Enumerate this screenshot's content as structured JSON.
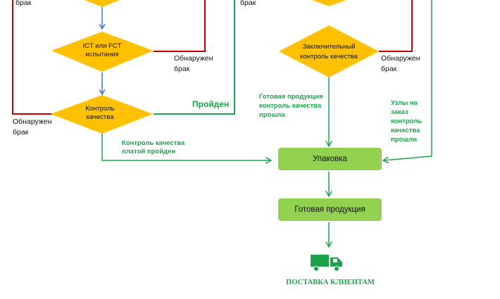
{
  "diamonds": {
    "ict_fct": {
      "line1": "ICT или FCT",
      "line2": "испытания"
    },
    "quality_control": {
      "line1": "Контроль",
      "line2": "качества"
    },
    "final_control": {
      "line1": "Заключительный",
      "line2": "контроль   качества"
    }
  },
  "defect_labels": {
    "top_left": {
      "line1": "брак"
    },
    "top_right": {
      "line1": "брак"
    },
    "ict": {
      "line1": "Обнаружен",
      "line2": "брак"
    },
    "qc": {
      "line1": "Обнаружен",
      "line2": "брак"
    },
    "final": {
      "line1": "Обнаружен",
      "line2": "брак"
    }
  },
  "green_labels": {
    "passed": "Пройден",
    "board_qc": {
      "line1": "Контроль качества",
      "line2": "платой пройден"
    },
    "finished_qc": {
      "line1": "Готовая продукция",
      "line2": "контроль качества",
      "line3": "прошла"
    },
    "custom_nodes": {
      "line1": "Узлы на",
      "line2": "заказ",
      "line3": "контроль",
      "line4": "качества",
      "line5": "прошли"
    }
  },
  "boxes": {
    "packaging": "Упаковка",
    "finished_product": "Готовая продукция"
  },
  "delivery": {
    "label": "ПОСТАВКА КЛИЕНТАМ",
    "icon": "truck-icon"
  },
  "colors": {
    "diamond": "#ffc000",
    "box": "#92d050",
    "defect_line": "#c00000",
    "pass_line": "#1aa34a",
    "flow_arrow": "#4472c4"
  }
}
